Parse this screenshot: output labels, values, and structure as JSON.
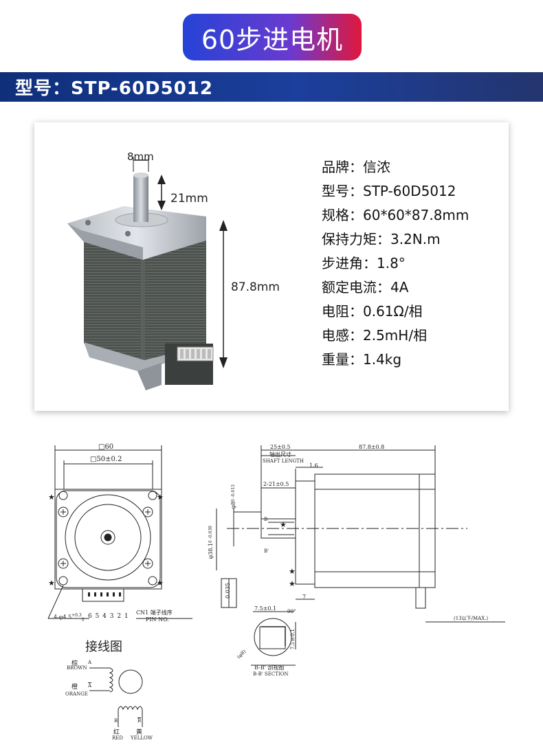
{
  "header": {
    "title": "60步进电机"
  },
  "model_bar": {
    "label": "型号：STP-60D5012"
  },
  "product": {
    "dim_shaft_diameter": "8mm",
    "dim_shaft_length": "21mm",
    "dim_body_length": "87.8mm"
  },
  "specs": [
    {
      "label": "品牌：信浓"
    },
    {
      "label": "型号：STP-60D5012"
    },
    {
      "label": "规格：60*60*87.8mm"
    },
    {
      "label": "保持力矩：3.2N.m"
    },
    {
      "label": "步进角：1.8°"
    },
    {
      "label": "额定电流：4A"
    },
    {
      "label": "电阻：0.61Ω/相"
    },
    {
      "label": "电感：2.5mH/相"
    },
    {
      "label": "重量：1.4kg"
    }
  ],
  "drawing": {
    "front": {
      "outer": "□60",
      "inner": "□50±0.2",
      "hole": "4-φ4.5",
      "hole_tol": "+0.3",
      "hole_tol2": "0",
      "pins": "6 5 4 3 2 1",
      "cn1": "CN1 端子线序",
      "pin_no": "PIN NO."
    },
    "side": {
      "d1": "25±0.5",
      "d1_cn": "轴出尺寸",
      "d1_en": "SHAFT LENGTH",
      "d2": "87.8±0.8",
      "d3": "1.6",
      "d4": "2-21±0.5",
      "d5": "φ8",
      "d5_tol": "0 -0.013",
      "d6": "φ38.1",
      "d6_tol": "0 -0.039",
      "d7": "0.035",
      "d8": "7",
      "d9": "(13以下/MAX.)",
      "b": "B",
      "b2": "B'"
    },
    "section": {
      "w": "7.5±0.1",
      "angle": "90°",
      "h": "7.5±0.1",
      "dia": "(φ8)",
      "cn": "B-B' 剖视图",
      "en": "B-B' SECTION"
    }
  },
  "wiring": {
    "title": "接线图",
    "brown_cn": "棕",
    "brown_en": "BROWN",
    "orange_cn": "橙",
    "orange_en": "ORANGE",
    "red_cn": "红",
    "red_en": "RED",
    "yellow_cn": "黄",
    "yellow_en": "YELLOW",
    "a": "A",
    "a_bar": "A",
    "b": "B",
    "b_bar": "B"
  }
}
